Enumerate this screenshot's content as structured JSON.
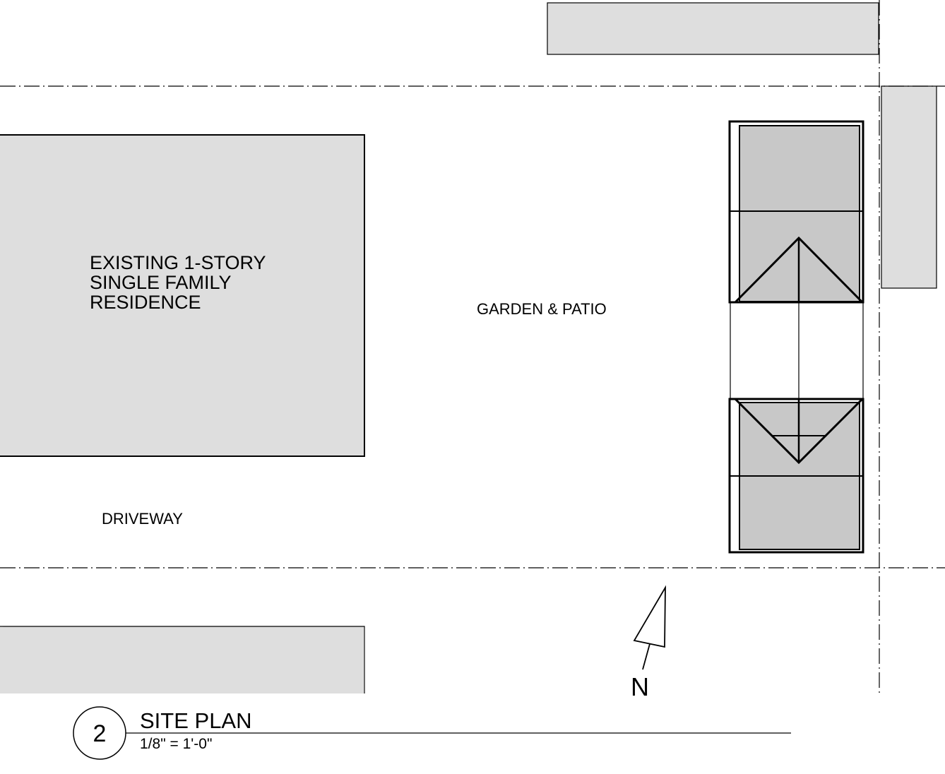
{
  "labels": {
    "residence": [
      "EXISTING 1-STORY",
      "SINGLE  FAMILY",
      "RESIDENCE"
    ],
    "garden": "GARDEN &  PATIO",
    "driveway": "DRIVEWAY",
    "north": "N"
  },
  "title_block": {
    "number": "2",
    "title": "SITE PLAN",
    "scale": "1/8\" = 1'-0\""
  },
  "colors": {
    "neighbor_fill": "#dedede",
    "structure_fill": "#c8c8c8",
    "line": "#000000"
  }
}
